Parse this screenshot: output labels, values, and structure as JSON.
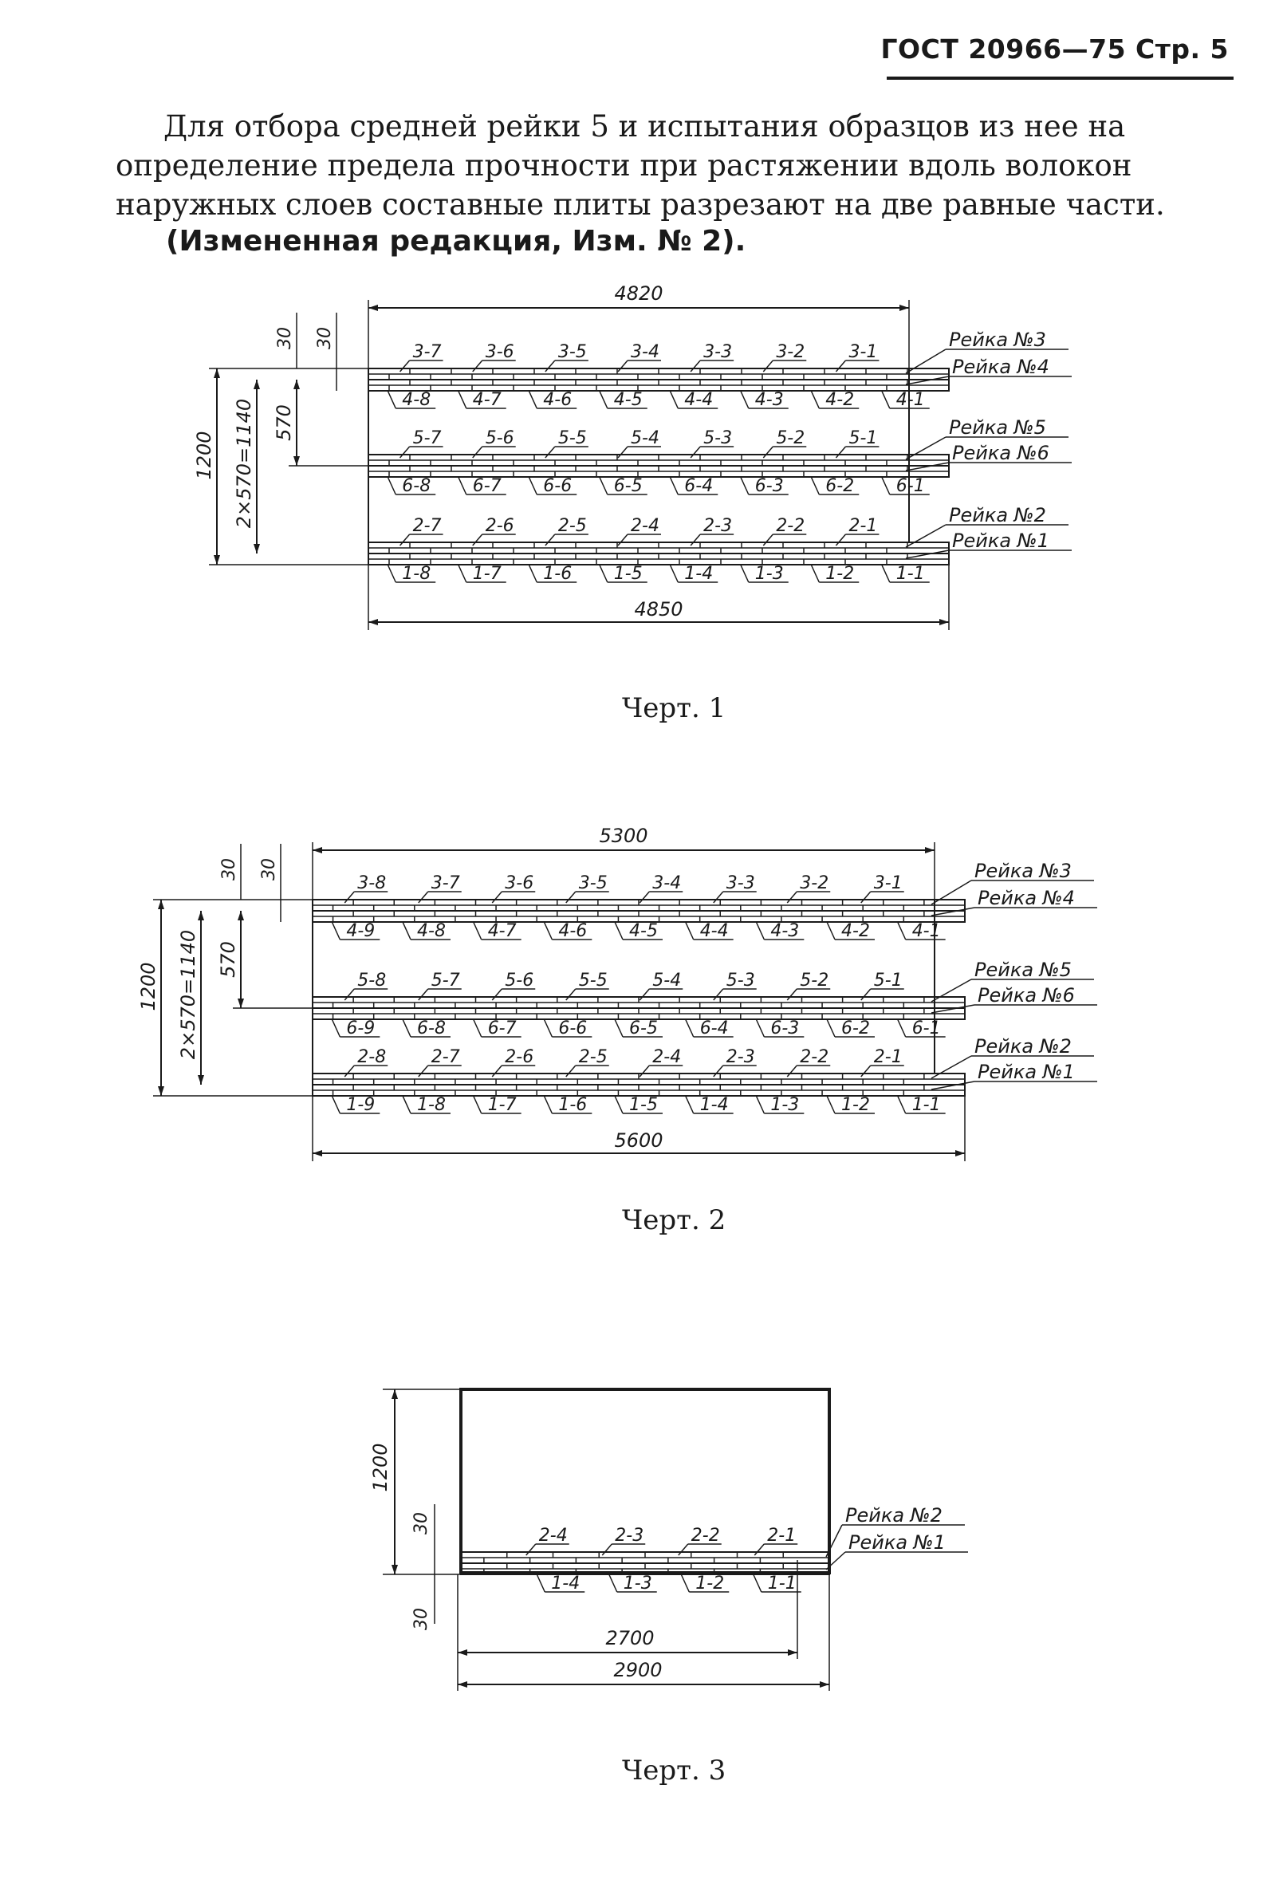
{
  "header": {
    "text": "ГОСТ 20966—75 Стр. 5"
  },
  "paragraph": {
    "lines": [
      "Для отбора средней рейки 5 и испытания образцов из нее на",
      "определение предела прочности при растяжении вдоль волокон",
      "наружных слоев составные плиты разрезают на две равные части."
    ]
  },
  "amendment": "(Измененная редакция, Изм. № 2).",
  "fig1": {
    "caption": "Черт. 1",
    "dims": {
      "top": "4820",
      "bottom": "4850",
      "d30a": "30",
      "d30b": "30",
      "d570": "570",
      "d1140": "2×570=1140",
      "d1200": "1200"
    },
    "rails": [
      "Рейка №3",
      "Рейка №4",
      "Рейка №5",
      "Рейка №6",
      "Рейка №2",
      "Рейка №1"
    ],
    "row3": [
      "3-7",
      "3-6",
      "3-5",
      "3-4",
      "3-3",
      "3-2",
      "3-1"
    ],
    "row4": [
      "4-8",
      "4-7",
      "4-6",
      "4-5",
      "4-4",
      "4-3",
      "4-2",
      "4-1"
    ],
    "row5": [
      "5-7",
      "5-6",
      "5-5",
      "5-4",
      "5-3",
      "5-2",
      "5-1"
    ],
    "row6": [
      "6-8",
      "6-7",
      "6-6",
      "6-5",
      "6-4",
      "6-3",
      "6-2",
      "6-1"
    ],
    "row2": [
      "2-7",
      "2-6",
      "2-5",
      "2-4",
      "2-3",
      "2-2",
      "2-1"
    ],
    "row1": [
      "1-8",
      "1-7",
      "1-6",
      "1-5",
      "1-4",
      "1-3",
      "1-2",
      "1-1"
    ]
  },
  "fig2": {
    "caption": "Черт. 2",
    "dims": {
      "top": "5300",
      "bottom": "5600",
      "d30a": "30",
      "d30b": "30",
      "d570": "570",
      "d1140": "2×570=1140",
      "d1200": "1200"
    },
    "rails": [
      "Рейка №3",
      "Рейка №4",
      "Рейка №5",
      "Рейка №6",
      "Рейка №2",
      "Рейка №1"
    ],
    "row3": [
      "3-8",
      "3-7",
      "3-6",
      "3-5",
      "3-4",
      "3-3",
      "3-2",
      "3-1"
    ],
    "row4": [
      "4-9",
      "4-8",
      "4-7",
      "4-6",
      "4-5",
      "4-4",
      "4-3",
      "4-2",
      "4-1"
    ],
    "row5": [
      "5-8",
      "5-7",
      "5-6",
      "5-5",
      "5-4",
      "5-3",
      "5-2",
      "5-1"
    ],
    "row6": [
      "6-9",
      "6-8",
      "6-7",
      "6-6",
      "6-5",
      "6-4",
      "6-3",
      "6-2",
      "6-1"
    ],
    "row2": [
      "2-8",
      "2-7",
      "2-6",
      "2-5",
      "2-4",
      "2-3",
      "2-2",
      "2-1"
    ],
    "row1": [
      "1-9",
      "1-8",
      "1-7",
      "1-6",
      "1-5",
      "1-4",
      "1-3",
      "1-2",
      "1-1"
    ]
  },
  "fig3": {
    "caption": "Черт. 3",
    "dims": {
      "d1200": "1200",
      "d30a": "30",
      "d30b": "30",
      "inner": "2700",
      "outer": "2900"
    },
    "rails": [
      "Рейка №2",
      "Рейка №1"
    ],
    "row2": [
      "2-4",
      "2-3",
      "2-2",
      "2-1"
    ],
    "row1": [
      "1-4",
      "1-3",
      "1-2",
      "1-1"
    ]
  }
}
